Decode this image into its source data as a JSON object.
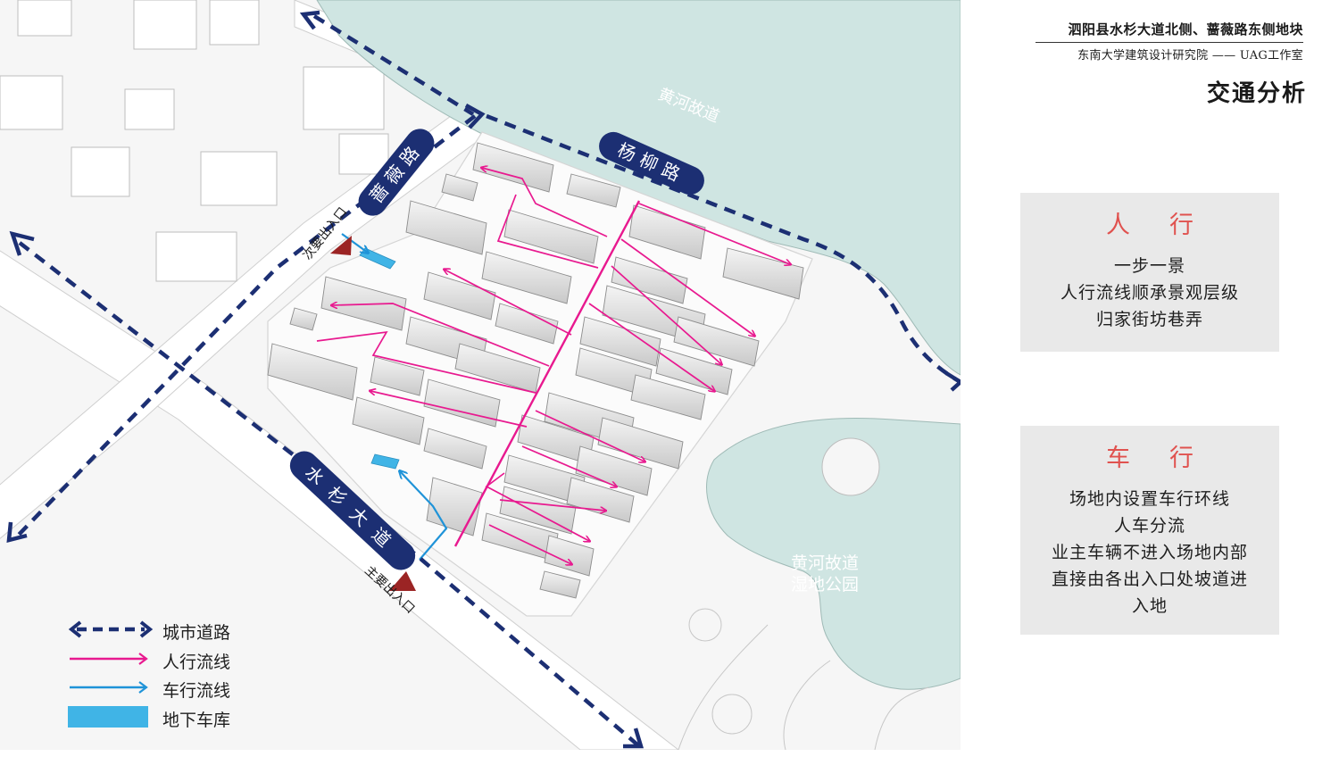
{
  "header": {
    "project": "泗阳县水杉大道北侧、蔷薇路东侧地块",
    "institute": "东南大学建筑设计研究院 —— UAG工作室",
    "page_title": "交通分析"
  },
  "map": {
    "river_label": "黄河故道",
    "park_label_1": "黄河故道",
    "park_label_2": "湿地公园",
    "roads": {
      "yangliu": "杨柳路",
      "qiangwei": "蔷薇路",
      "shuishan": "水杉大道"
    },
    "entrances": {
      "secondary": "次要出入口",
      "main": "主要出入口"
    }
  },
  "panels": {
    "pedestrian": {
      "title": "人行",
      "lines": [
        "一步一景",
        "人行流线顺承景观层级",
        "归家街坊巷弄"
      ]
    },
    "vehicle": {
      "title": "车行",
      "lines": [
        "场地内设置车行环线",
        "人车分流",
        "业主车辆不进入场地内部",
        "直接由各出入口处坡道进",
        "入地"
      ]
    }
  },
  "legend": {
    "city_road": "城市道路",
    "pedestrian_flow": "人行流线",
    "vehicle_flow": "车行流线",
    "underground_garage": "地下车库"
  },
  "colors": {
    "road_navy": "#1c2f73",
    "pedestrian_pink": "#e8198f",
    "vehicle_blue": "#1f93d8",
    "garage_blue": "#40b4e6",
    "water": "#cfe5e2",
    "entrance_red": "#9b2424",
    "panel_title_red": "#e0524f"
  }
}
